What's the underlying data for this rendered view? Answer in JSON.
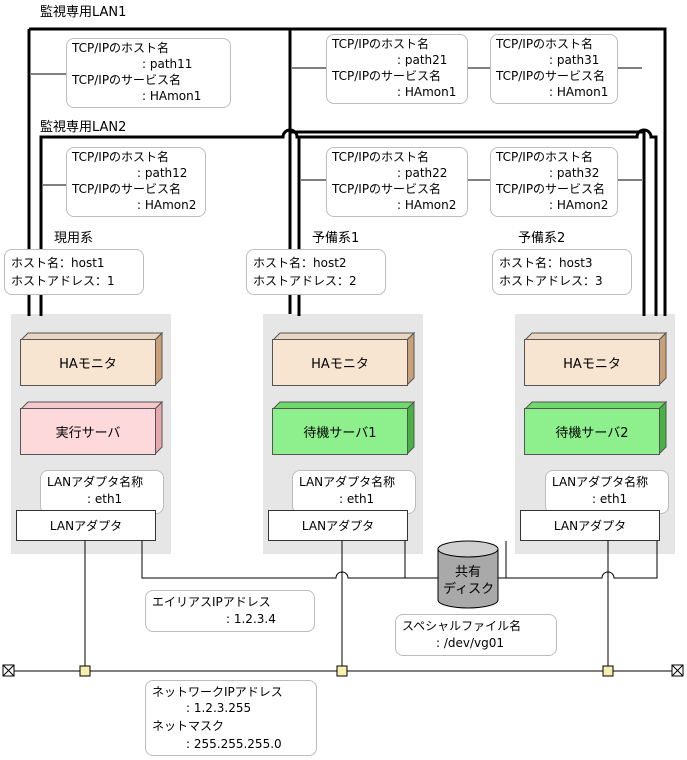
{
  "lan1_title": "監視専用LAN1",
  "lan2_title": "監視専用LAN2",
  "tcp_host_label": "TCP/IPのホスト名",
  "tcp_service_label": "TCP/IPのサービス名",
  "addr": {
    "path11": ": path11",
    "hamon1_a": ": HAmon1",
    "path21": ": path21",
    "hamon1_b": ": HAmon1",
    "path31": ": path31",
    "hamon1_c": ": HAmon1",
    "path12": ": path12",
    "hamon2_a": ": HAmon2",
    "path22": ": path22",
    "hamon2_b": ": HAmon2",
    "path32": ": path32",
    "hamon2_c": ": HAmon2"
  },
  "systems": [
    {
      "label": "現用系",
      "host": "ホスト名：host1",
      "address": "ホストアドレス：1",
      "ha": "HAモニタ",
      "server": "実行サーバ",
      "lan_name_label": "LANアダプタ名称",
      "lan_name": ": eth1",
      "adapter": "LANアダプタ"
    },
    {
      "label": "予備系1",
      "host": "ホスト名：host2",
      "address": "ホストアドレス：2",
      "ha": "HAモニタ",
      "server": "待機サーバ1",
      "lan_name_label": "LANアダプタ名称",
      "lan_name": ": eth1",
      "adapter": "LANアダプタ"
    },
    {
      "label": "予備系2",
      "host": "ホスト名：host3",
      "address": "ホストアドレス：3",
      "ha": "HAモニタ",
      "server": "待機サーバ2",
      "lan_name_label": "LANアダプタ名称",
      "lan_name": ": eth1",
      "adapter": "LANアダプタ"
    }
  ],
  "disk": {
    "line1": "共有",
    "line2": "ディスク"
  },
  "alias": {
    "label": "エイリアスIPアドレス",
    "value": ": 1.2.3.4"
  },
  "special_file": {
    "label": "スペシャルファイル名",
    "value": ": /dev/vg01"
  },
  "network": {
    "ip_label": "ネットワークIPアドレス",
    "ip_value": ": 1.2.3.255",
    "mask_label": "ネットマスク",
    "mask_value": ": 255.255.255.0"
  },
  "colors": {
    "ha_block": "#f7e4d1",
    "run_server": "#fdd9dc",
    "standby_server": "#8ef08c",
    "panel": "#e6e6e6",
    "node": "#f6f0b0"
  }
}
